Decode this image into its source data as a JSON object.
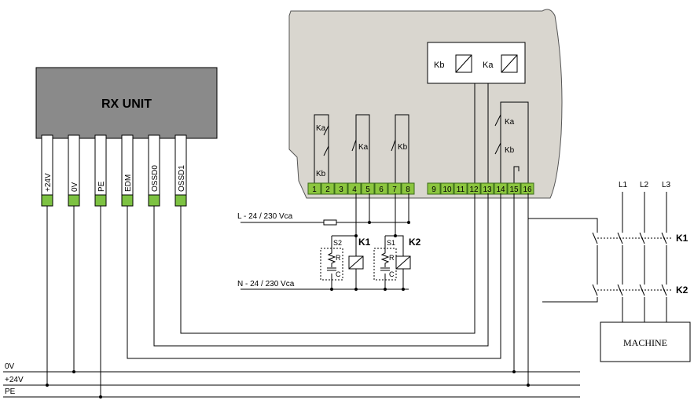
{
  "rx_unit": {
    "title": "RX UNIT",
    "pins": [
      "+24V",
      "0V",
      "PE",
      "EDM",
      "OSSD0",
      "OSSD1"
    ]
  },
  "module": {
    "relays": [
      "Kb",
      "Ka"
    ],
    "left_contacts": [
      "Ka",
      "Kb"
    ],
    "k_contacts": [
      "Ka",
      "Kb"
    ],
    "right_contacts": [
      "Ka",
      "Kb"
    ],
    "terminals": [
      "1",
      "2",
      "3",
      "4",
      "5",
      "6",
      "7",
      "8",
      "9",
      "10",
      "11",
      "12",
      "13",
      "14",
      "15",
      "16"
    ]
  },
  "supply": {
    "line": "L - 24 / 230 Vca",
    "neutral": "N - 24 / 230 Vca"
  },
  "suppressors": [
    {
      "name": "S2",
      "r": "R",
      "c": "C",
      "coil": "K1"
    },
    {
      "name": "S1",
      "r": "R",
      "c": "C",
      "coil": "K2"
    }
  ],
  "phases": [
    "L1",
    "L2",
    "L3"
  ],
  "contactors": [
    "K1",
    "K2"
  ],
  "machine": "MACHINE",
  "bus": [
    "0V",
    "+24V",
    "PE"
  ],
  "colors": {
    "module_fill": "#d9d6cf",
    "rx_fill": "#8a8a8a",
    "terminal_green": "#8cc63f",
    "pin_green": "#7dc242"
  }
}
